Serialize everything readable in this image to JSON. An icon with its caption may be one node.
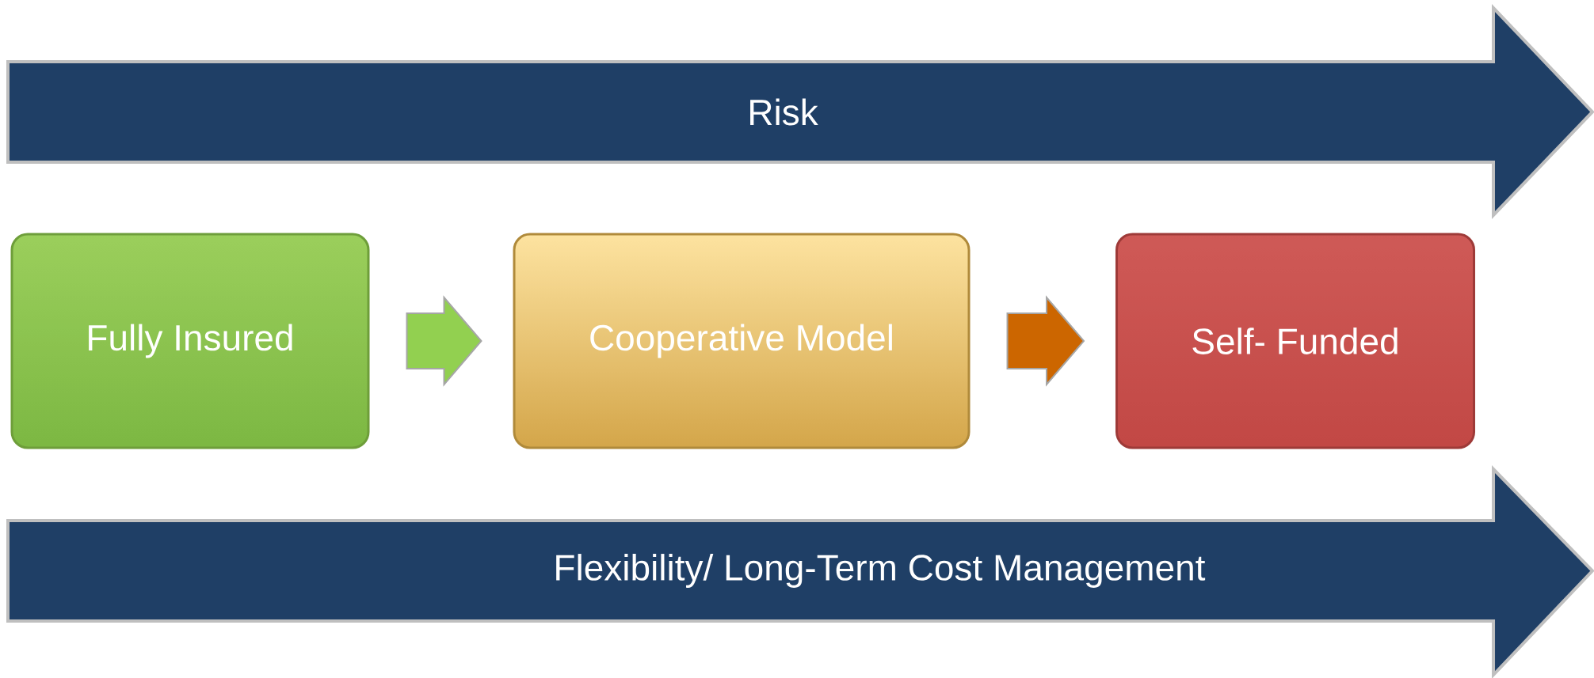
{
  "diagram": {
    "nodes": [
      {
        "text": [
          "Risk"
        ]
      },
      {
        "text": [
          "Fully Insured"
        ]
      },
      {
        "text": [
          "Cooperative Model"
        ]
      },
      {
        "text": [
          "Self- Funded"
        ]
      },
      {
        "text": [
          "Flexibility/ Long-Term Cost Management"
        ]
      }
    ],
    "edges": [
      {
        "from": 1,
        "to": 2,
        "arrow": "to",
        "color": "#92d050"
      },
      {
        "from": 2,
        "to": 3,
        "arrow": "to",
        "color": "#cc6600"
      }
    ]
  }
}
